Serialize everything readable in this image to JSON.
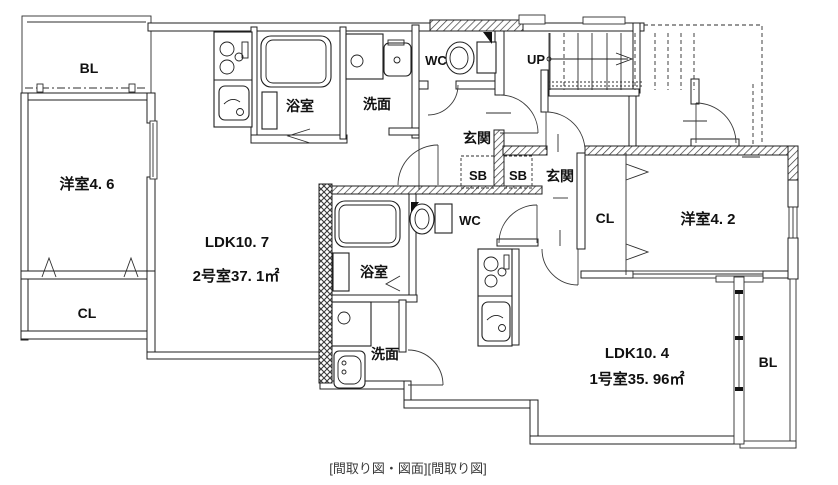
{
  "caption": "[間取り図・図面][間取り図]",
  "colors": {
    "line": "#1f1f1f",
    "text": "#111111",
    "caption_text": "#3a3a3a",
    "background": "#ffffff"
  },
  "stairs": {
    "up_label": "UP"
  },
  "unit2": {
    "balcony_label": "BL",
    "bedroom_label": "洋室4. 6",
    "closet_label": "CL",
    "ldk_label": "LDK10. 7",
    "room_area_label": "2号室37. 1㎡",
    "bath_label": "浴室",
    "washroom_label": "洗面",
    "wc_label": "WC",
    "entrance_label": "玄関",
    "shoebox_label": "SB"
  },
  "unit1": {
    "balcony_label": "BL",
    "bedroom_label": "洋室4. 2",
    "closet_label": "CL",
    "ldk_label": "LDK10. 4",
    "room_area_label": "1号室35. 96㎡",
    "bath_label": "浴室",
    "washroom_label": "洗面",
    "wc_label": "WC",
    "entrance_label": "玄関",
    "shoebox_label": "SB"
  }
}
